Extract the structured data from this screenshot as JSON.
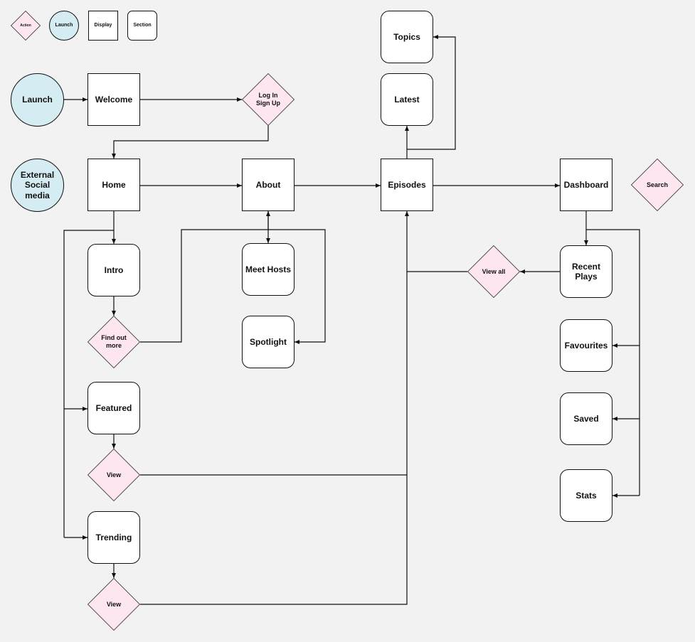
{
  "legend": {
    "action": "Action",
    "launch": "Launch",
    "display": "Display",
    "section": "Section"
  },
  "nodes": {
    "launch": "Launch",
    "welcome": "Welcome",
    "login": "Log In\nSign Up",
    "external": "External\nSocial\nmedia",
    "home": "Home",
    "about": "About",
    "episodes": "Episodes",
    "dashboard": "Dashboard",
    "search": "Search",
    "topics": "Topics",
    "latest": "Latest",
    "intro": "Intro",
    "find_out_more": "Find out\nmore",
    "meet_hosts": "Meet Hosts",
    "spotlight": "Spotlight",
    "featured": "Featured",
    "view_featured": "View",
    "trending": "Trending",
    "view_trending": "View",
    "view_all": "View all",
    "recent_plays": "Recent Plays",
    "favourites": "Favourites",
    "saved": "Saved",
    "stats": "Stats"
  },
  "colors": {
    "background": "#f2f2f2",
    "launch_fill": "#d6ecf3",
    "action_fill": "#fde6ef",
    "box_fill": "#ffffff",
    "stroke": "#111111"
  }
}
